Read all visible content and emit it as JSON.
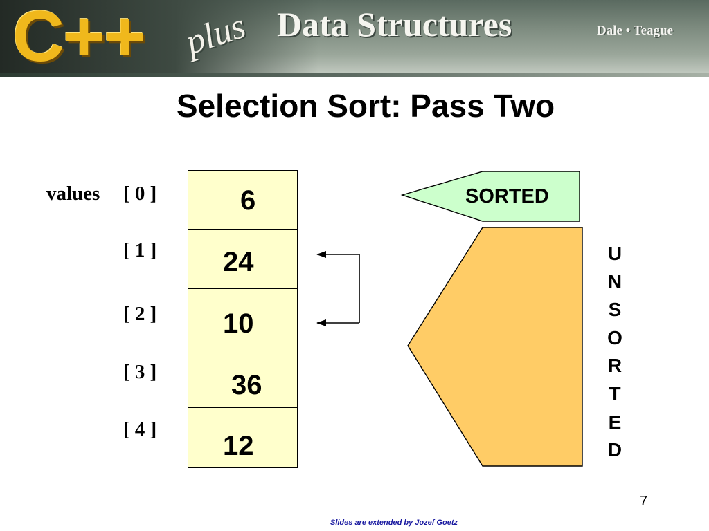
{
  "banner": {
    "logo_cpp": "C++",
    "logo_plus": "plus",
    "logo_title": "Data Structures",
    "logo_authors": "Dale • Teague"
  },
  "slide": {
    "title": "Selection Sort: Pass Two",
    "array_name": "values",
    "indices": [
      "[ 0 ]",
      "[ 1 ]",
      "[ 2 ]",
      "[ 3 ]",
      "[ 4 ]"
    ],
    "values": [
      "6",
      "24",
      "10",
      "36",
      "12"
    ],
    "sorted_label": "SORTED",
    "unsorted_letters": [
      "U",
      "N",
      "S",
      "O",
      "R",
      "T",
      "E",
      "D"
    ],
    "page_number": "7",
    "footer": "Slides are extended by Jozef Goetz"
  },
  "colors": {
    "cell_fill": "#ffffcc",
    "sorted_fill": "#ccffcc",
    "unsorted_fill": "#ffcc66",
    "logo_gold": "#f0b81c"
  },
  "icons": [
    "swap-bracket-arrow"
  ]
}
